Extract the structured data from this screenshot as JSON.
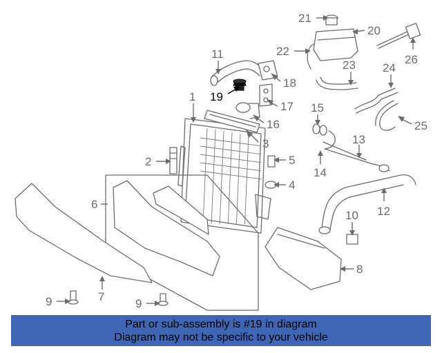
{
  "diagram": {
    "highlight_color": "#000000",
    "part_color": "#6b6b6b",
    "callouts": {
      "c1": "1",
      "c2": "2",
      "c3": "3",
      "c4": "4",
      "c5": "5",
      "c6": "6",
      "c7": "7",
      "c8": "8",
      "c9a": "9",
      "c9b": "9",
      "c10": "10",
      "c11": "11",
      "c12": "12",
      "c13": "13",
      "c14": "14",
      "c15": "15",
      "c16": "16",
      "c17": "17",
      "c18": "18",
      "c19": "19",
      "c20": "20",
      "c21": "21",
      "c22": "22",
      "c23": "23",
      "c24": "24",
      "c25": "25",
      "c26": "26"
    }
  },
  "banner": {
    "background": "#3f66b4",
    "line1": "Part or sub-assembly is #19 in diagram",
    "line2": "Diagram may not be specific to your vehicle"
  }
}
